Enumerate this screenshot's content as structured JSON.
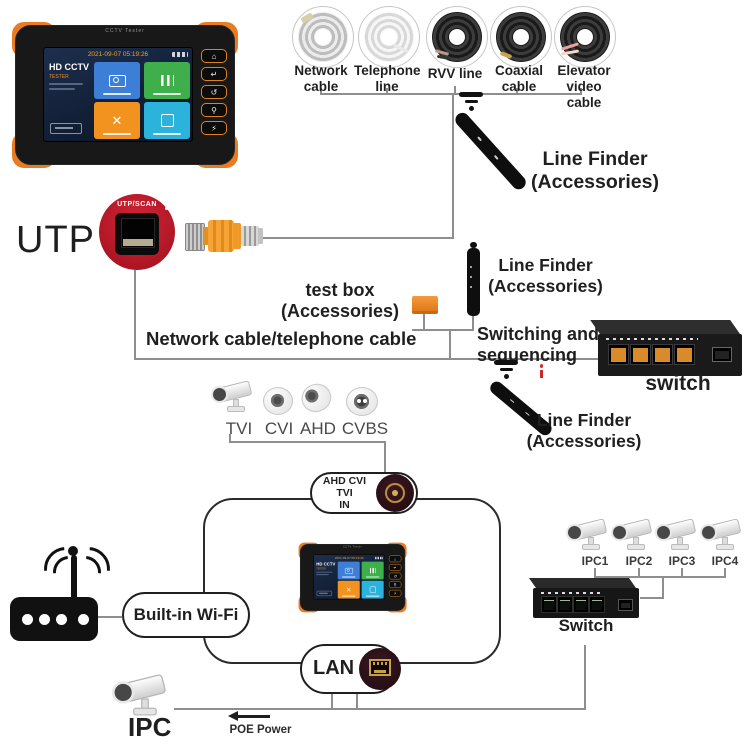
{
  "cables": {
    "items": [
      {
        "label": "Network cable"
      },
      {
        "label": "Telephone line"
      },
      {
        "label": "RVV line"
      },
      {
        "label": "Coaxial cable"
      },
      {
        "label": "Elevator video cable"
      }
    ]
  },
  "line_finder": {
    "title": "Line Finder",
    "subtitle": "(Accessories)"
  },
  "utp": {
    "big_label": "UTP",
    "port_label": "UTP/SCAN"
  },
  "test_box": {
    "title": "test box",
    "subtitle": "(Accessories)"
  },
  "cable_path_label": "Network cable/telephone cable",
  "switching": {
    "line1": "Switching and",
    "line2": "sequencing"
  },
  "top_switch_label": "switch",
  "analog_cameras": {
    "labels": [
      "TVI",
      "CVI",
      "AHD",
      "CVBS"
    ]
  },
  "ahd_in": {
    "line1": "AHD CVI TVI",
    "line2": "IN"
  },
  "wifi_label": "Built-in Wi-Fi",
  "lan_label": "LAN",
  "ip_cameras": {
    "labels": [
      "IPC1",
      "IPC2",
      "IPC3",
      "IPC4"
    ]
  },
  "bottom_switch_label": "Switch",
  "ipc_label": "IPC",
  "poe_label": "POE Power",
  "device": {
    "top_brand": "CCTV Tester",
    "status_time": "2021-09-07 05:19:26",
    "home_title": "HD CCTV",
    "home_subtitle": "TESTER",
    "buttons": [
      "⌂",
      "↵",
      "↺",
      "⚲",
      "⚡"
    ]
  },
  "colors": {
    "accent_orange": "#ef7f23",
    "line_gray": "#8e8e8e",
    "loop_black": "#2b2b2b",
    "utp_red": "#c51e2d",
    "tile_blue": "#3d7ed6",
    "tile_green": "#3faf4c",
    "tile_orange": "#f3931f",
    "tile_cyan": "#2cb3dc"
  }
}
